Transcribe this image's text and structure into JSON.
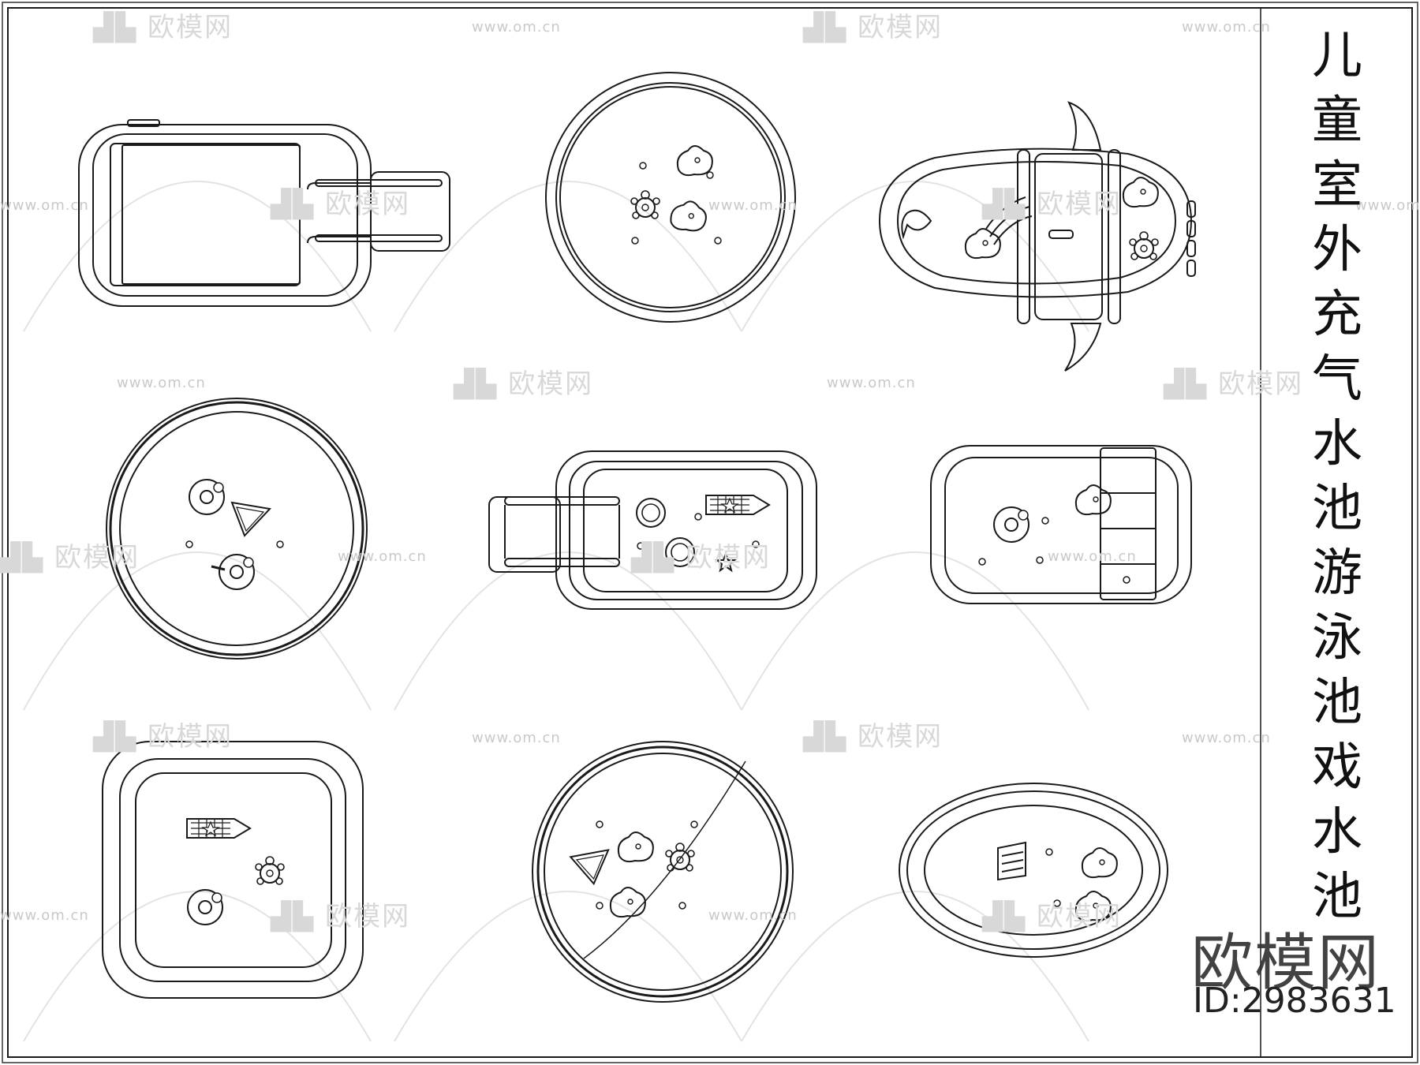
{
  "title": "儿童室外充气水池游泳池戏水池",
  "title_chars": [
    "儿",
    "童",
    "室",
    "外",
    "充",
    "气",
    "水",
    "池",
    "游",
    "泳",
    "池",
    "戏",
    "水",
    "池"
  ],
  "watermark": {
    "brand_mark": "欧模网",
    "brand_text": "欧模网",
    "id_label": "ID:2983631",
    "url": "www.om.cn"
  },
  "colors": {
    "line": "#1a1a1a",
    "watermark": "#cfcfcf",
    "background": "#ffffff"
  },
  "pools": [
    {
      "name": "rectangular-pool-with-slide",
      "shape": "rect"
    },
    {
      "name": "round-pool-small",
      "shape": "circle"
    },
    {
      "name": "fish-shaped-pool",
      "shape": "fish"
    },
    {
      "name": "round-pool-large",
      "shape": "circle"
    },
    {
      "name": "rectangular-pool-with-slide-2",
      "shape": "rect"
    },
    {
      "name": "rectangular-pool-with-canopy",
      "shape": "rect"
    },
    {
      "name": "square-pool",
      "shape": "square"
    },
    {
      "name": "round-pool-decorated",
      "shape": "circle"
    },
    {
      "name": "oval-pool",
      "shape": "oval"
    }
  ]
}
